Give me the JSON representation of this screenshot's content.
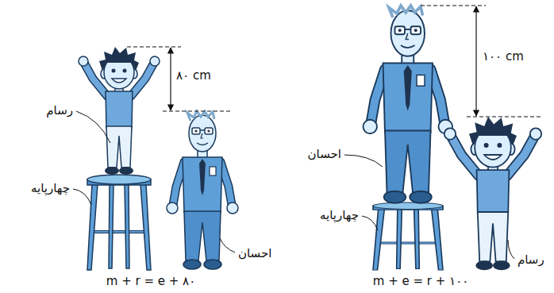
{
  "diagram": {
    "labels": [
      "۸۰ cm",
      "رسام",
      "چهارپایه",
      "احسان",
      "m + r = e + ۸۰",
      "۱۰۰ cm",
      "احسان",
      "چهارپایه",
      "رسام",
      "m + e = r + ۱۰۰"
    ]
  }
}
